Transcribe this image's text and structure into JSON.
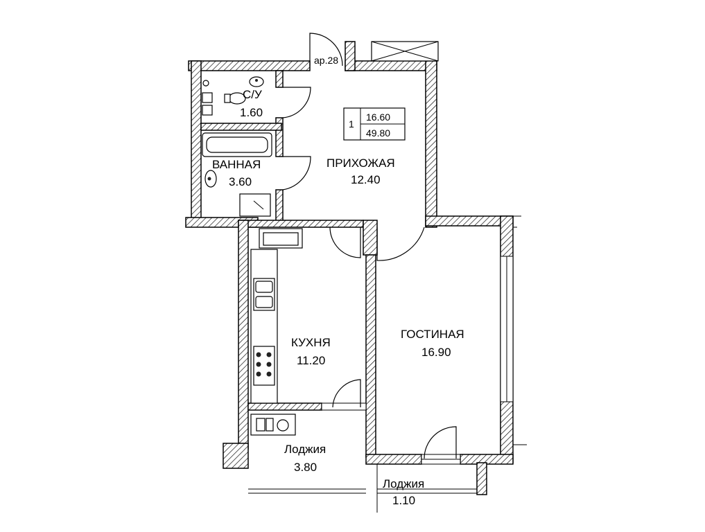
{
  "apartment": {
    "entrance_label": "ар.28",
    "info_box": {
      "rooms": "1",
      "living_area": "16.60",
      "total_area": "49.80"
    }
  },
  "rooms": {
    "toilet": {
      "name": "С/У",
      "area": "1.60"
    },
    "bathroom": {
      "name": "ВАННАЯ",
      "area": "3.60"
    },
    "hallway": {
      "name": "ПРИХОЖАЯ",
      "area": "12.40"
    },
    "kitchen": {
      "name": "КУХНЯ",
      "area": "11.20"
    },
    "living_room": {
      "name": "ГОСТИНАЯ",
      "area": "16.90"
    },
    "loggia_1": {
      "name": "Лоджия",
      "area": "3.80"
    },
    "loggia_2": {
      "name": "Лоджия",
      "area": "1.10"
    }
  }
}
